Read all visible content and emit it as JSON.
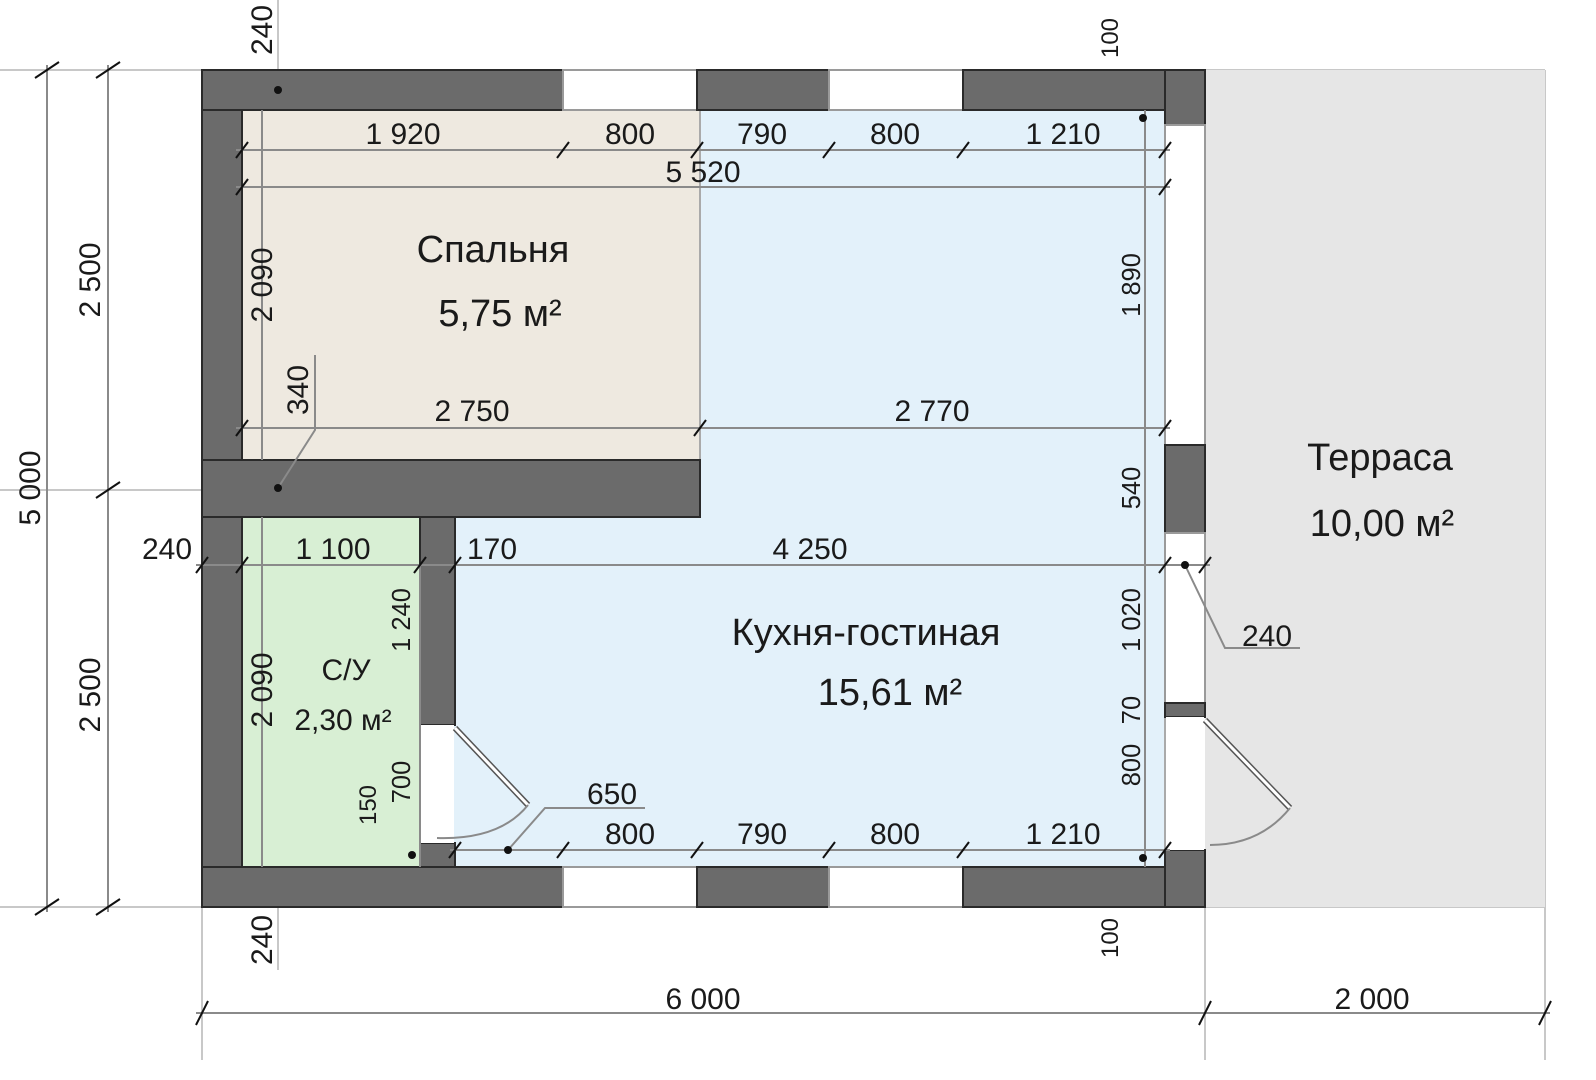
{
  "rooms": {
    "bedroom": {
      "name": "Спальня",
      "area": "5,75 м²",
      "color": "#eee9e0"
    },
    "kitchen": {
      "name": "Кухня-гостиная",
      "area": "15,61 м²",
      "color": "#e3f1fa"
    },
    "bathroom": {
      "name": "С/У",
      "area": "2,30 м²",
      "color": "#d8efd4"
    },
    "terrace": {
      "name": "Терраса",
      "area": "10,00 м²",
      "color": "#e6e6e6"
    }
  },
  "dims": {
    "top": [
      "1 920",
      "800",
      "790",
      "800",
      "1 210"
    ],
    "top_total": "5 520",
    "bedroom_bottom": [
      "2 750",
      "2 770"
    ],
    "mid": [
      "240",
      "1 100",
      "170",
      "4 250"
    ],
    "bottom": [
      "800",
      "790",
      "800",
      "1 210"
    ],
    "door_650": "650",
    "left": [
      "2 500",
      "2 500"
    ],
    "left_total": "5 000",
    "overall": [
      "6 000",
      "2 000"
    ],
    "wall_240_top": "240",
    "wall_240_bottom": "240",
    "wall_240_right": "240",
    "offset_100_top": "100",
    "offset_100_bottom": "100",
    "bedroom_h": "2 090",
    "bath_h": "2 090",
    "v340": "340",
    "v1240": "1 240",
    "v700": "700",
    "v150": "150",
    "right": [
      "1 890",
      "540",
      "1 020",
      "70",
      "800"
    ]
  }
}
